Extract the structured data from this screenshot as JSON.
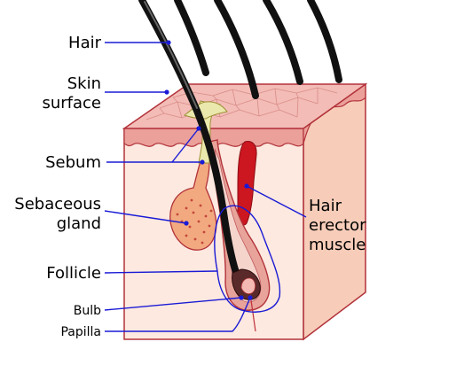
{
  "labels": {
    "hair": "Hair",
    "skin_surface_line1": "Skin",
    "skin_surface_line2": "surface",
    "sebum": "Sebum",
    "sebaceous_line1": "Sebaceous",
    "sebaceous_line2": "gland",
    "follicle": "Follicle",
    "bulb": "Bulb",
    "papilla": "Papilla",
    "erector_line1": "Hair",
    "erector_line2": "erector",
    "erector_line3": "muscle"
  },
  "colors": {
    "leader": "#1a1ad6",
    "skin_top": "#f2b8b3",
    "skin_front": "#fce6dc",
    "skin_side": "#f6c9b6",
    "dermis_band": "#e89891",
    "outline": "#b2323a",
    "hair": "#111111",
    "sebum": "#e8e6a8",
    "gland": "#f0a882",
    "muscle": "#c8141e"
  }
}
